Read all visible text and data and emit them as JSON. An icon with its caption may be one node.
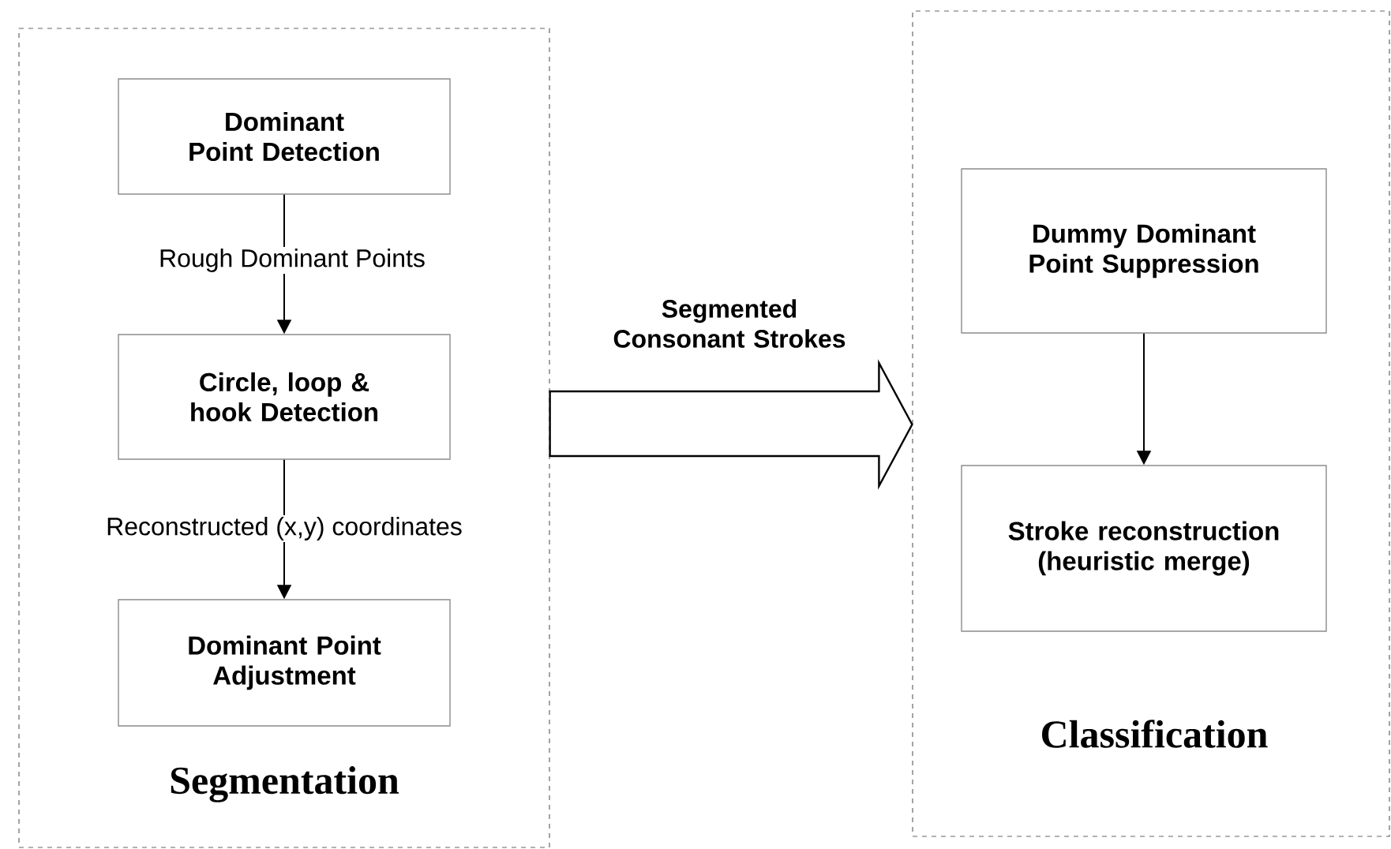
{
  "diagram": {
    "nodes": [
      {
        "text": [
          "Segmentation"
        ]
      },
      {
        "text": [
          "Dominant Point Detection"
        ],
        "in": 0
      },
      {
        "text": [
          "Circle, loop & hook Detection"
        ],
        "in": 0
      },
      {
        "text": [
          "Dominant Point Adjustment"
        ],
        "in": 0
      },
      {
        "text": [
          "Classification"
        ]
      },
      {
        "text": [
          "Dummy Dominant Point Suppression"
        ],
        "in": 4
      },
      {
        "text": [
          "Stroke reconstruction (heuristic merge)"
        ],
        "in": 4
      }
    ],
    "edges": [
      {
        "from": 1,
        "to": 2,
        "arrow": "to",
        "label": "Rough Dominant Points"
      },
      {
        "from": 2,
        "to": 3,
        "arrow": "to",
        "label": "Reconstructed (x,y) coordinates"
      },
      {
        "from": 0,
        "to": 4,
        "arrow": "to",
        "style": "thick",
        "label": "Segmented Consonant Strokes"
      },
      {
        "from": 5,
        "to": 6,
        "arrow": "to"
      }
    ]
  }
}
